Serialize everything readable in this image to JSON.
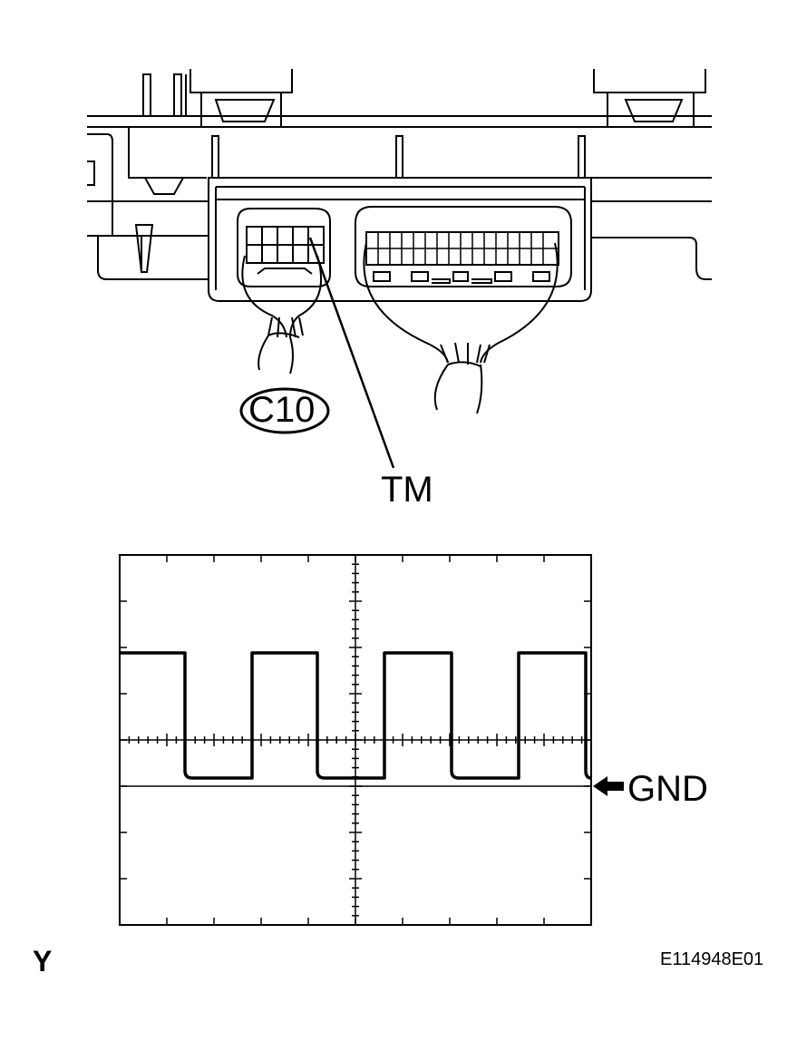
{
  "labels": {
    "connector": "C10",
    "terminal": "TM",
    "ground": "GND",
    "corner_mark": "Y",
    "figure_id": "E114948E01"
  },
  "waveform": {
    "type": "square-wave",
    "cycles_visible": 4,
    "grid_divisions": {
      "horizontal": 10,
      "vertical": 8
    }
  }
}
